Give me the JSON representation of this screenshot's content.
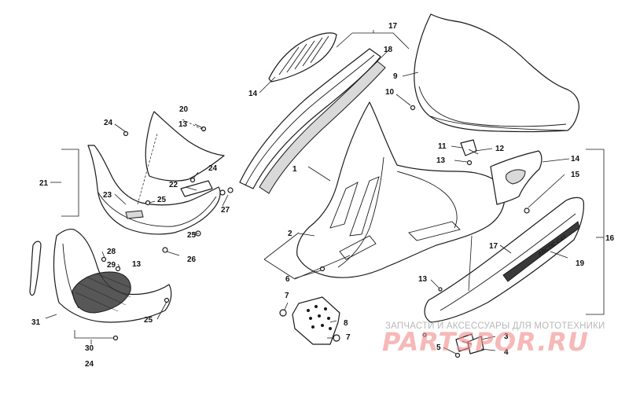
{
  "watermark": {
    "subtitle": "ЗАПЧАСТИ И АКСЕССУАРЫ ДЛЯ МОТОТЕХНИКИ",
    "logo_text": "PARTSPOR.RU",
    "logo_color": "#f28a8a"
  },
  "decal_text": "ARCTIC CAT",
  "callouts": {
    "c1": "1",
    "c2": "2",
    "c3": "3",
    "c4": "4",
    "c5": "5",
    "c6": "6",
    "c7a": "7",
    "c7b": "7",
    "c8": "8",
    "c9": "9",
    "c10": "10",
    "c11": "11",
    "c12": "12",
    "c13a": "13",
    "c13b": "13",
    "c13c": "13",
    "c13d": "13",
    "c14a": "14",
    "c14b": "14",
    "c15": "15",
    "c16": "16",
    "c17a": "17",
    "c17b": "17",
    "c18": "18",
    "c19": "19",
    "c20": "20",
    "c21": "21",
    "c22": "22",
    "c23": "23",
    "c24a": "24",
    "c24b": "24",
    "c24c": "24",
    "c25a": "25",
    "c25b": "25",
    "c25c": "25",
    "c26": "26",
    "c27": "27",
    "c28": "28",
    "c29": "29",
    "c30": "30",
    "c31": "31"
  }
}
